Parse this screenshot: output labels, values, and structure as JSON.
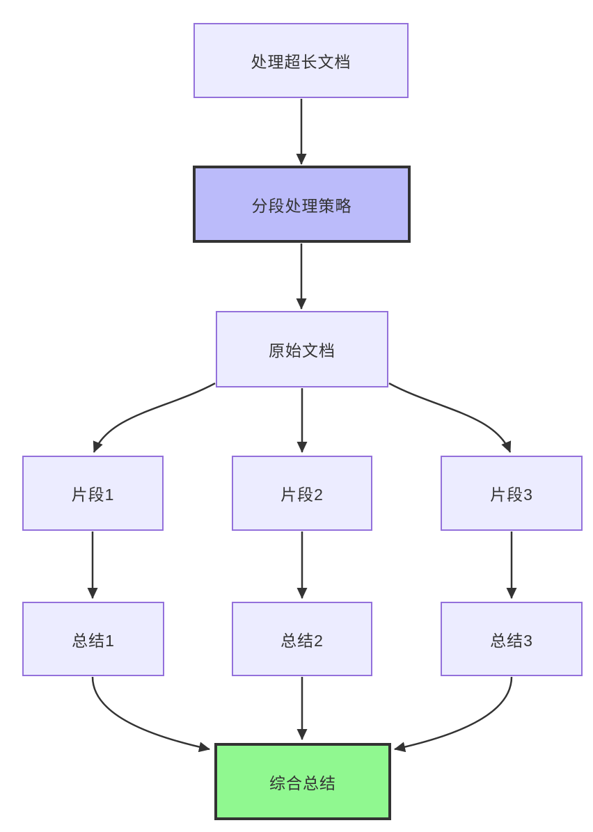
{
  "diagram": {
    "type": "flowchart-top-down",
    "background_color": "#ffffff",
    "line_color": "#333333",
    "text_color": "#333333",
    "node_styles": {
      "default": {
        "fill": "#ECECFF",
        "border": "#9370DB"
      },
      "emphasis": {
        "fill": "#BBBBFA",
        "border": "#333333"
      },
      "success": {
        "fill": "#90F890",
        "border": "#333333"
      }
    },
    "nodes": [
      {
        "id": "process",
        "label": "处理超长文档",
        "style": "default"
      },
      {
        "id": "strategy",
        "label": "分段处理策略",
        "style": "emphasis"
      },
      {
        "id": "original",
        "label": "原始文档",
        "style": "default"
      },
      {
        "id": "chunk1",
        "label": "片段1",
        "style": "default"
      },
      {
        "id": "chunk2",
        "label": "片段2",
        "style": "default"
      },
      {
        "id": "chunk3",
        "label": "片段3",
        "style": "default"
      },
      {
        "id": "summary1",
        "label": "总结1",
        "style": "default"
      },
      {
        "id": "summary2",
        "label": "总结2",
        "style": "default"
      },
      {
        "id": "summary3",
        "label": "总结3",
        "style": "default"
      },
      {
        "id": "final",
        "label": "综合总结",
        "style": "success"
      }
    ],
    "edges": [
      {
        "from": "process",
        "to": "strategy"
      },
      {
        "from": "strategy",
        "to": "original"
      },
      {
        "from": "original",
        "to": "chunk1"
      },
      {
        "from": "original",
        "to": "chunk2"
      },
      {
        "from": "original",
        "to": "chunk3"
      },
      {
        "from": "chunk1",
        "to": "summary1"
      },
      {
        "from": "chunk2",
        "to": "summary2"
      },
      {
        "from": "chunk3",
        "to": "summary3"
      },
      {
        "from": "summary1",
        "to": "final"
      },
      {
        "from": "summary2",
        "to": "final"
      },
      {
        "from": "summary3",
        "to": "final"
      }
    ]
  }
}
